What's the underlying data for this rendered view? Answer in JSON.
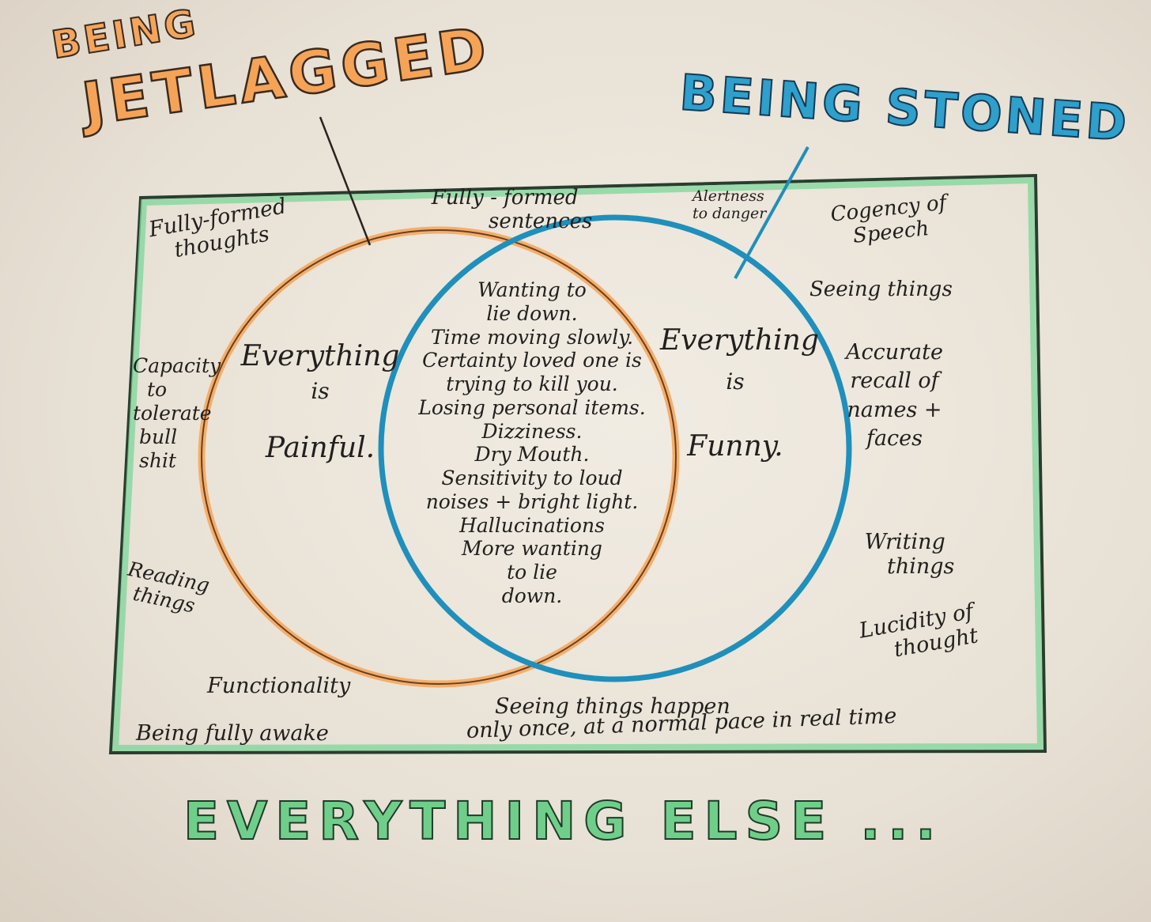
{
  "titles": {
    "jetlagged_line1": "BEING",
    "jetlagged_line2": "JETLAGGED",
    "stoned": "BEING STONED",
    "everything_else": "EVERYTHING ELSE ..."
  },
  "colors": {
    "jetlagged": "#f4a55c",
    "stoned": "#2f9fcb",
    "everything_else": "#6fcf8a",
    "ink": "#22201e"
  },
  "jetlagged_only": {
    "line1": "Everything",
    "line2": "is",
    "line3": "Painful."
  },
  "stoned_only": {
    "line1": "Everything",
    "line2": "is",
    "line3": "Funny."
  },
  "overlap": [
    "Wanting to",
    "lie down.",
    "Time moving slowly.",
    "Certainty loved one is",
    "trying to kill you.",
    "Losing personal items.",
    "Dizziness.",
    "Dry Mouth.",
    "Sensitivity to loud",
    "noises + bright light.",
    "Hallucinations",
    "More wanting",
    "to lie",
    "down."
  ],
  "outside": {
    "fully_formed_thoughts": [
      "Fully-formed",
      "thoughts"
    ],
    "fully_formed_sentences": [
      "Fully - formed",
      "sentences"
    ],
    "alertness": [
      "Alertness",
      "to danger"
    ],
    "cogency": [
      "Cogency of",
      "Speech"
    ],
    "seeing_things": [
      "Seeing things"
    ],
    "accurate_recall": [
      "Accurate",
      "recall of",
      "names +",
      "faces"
    ],
    "capacity": [
      "Capacity",
      "to",
      "tolerate",
      "bull",
      "shit"
    ],
    "reading": [
      "Reading",
      "things"
    ],
    "writing": [
      "Writing",
      "things"
    ],
    "lucidity": [
      "Lucidity of",
      "thought"
    ],
    "functionality": [
      "Functionality"
    ],
    "fully_awake": [
      "Being fully awake"
    ],
    "seeing_happen": [
      "Seeing things happen",
      "only once, at a normal pace in real time"
    ]
  }
}
